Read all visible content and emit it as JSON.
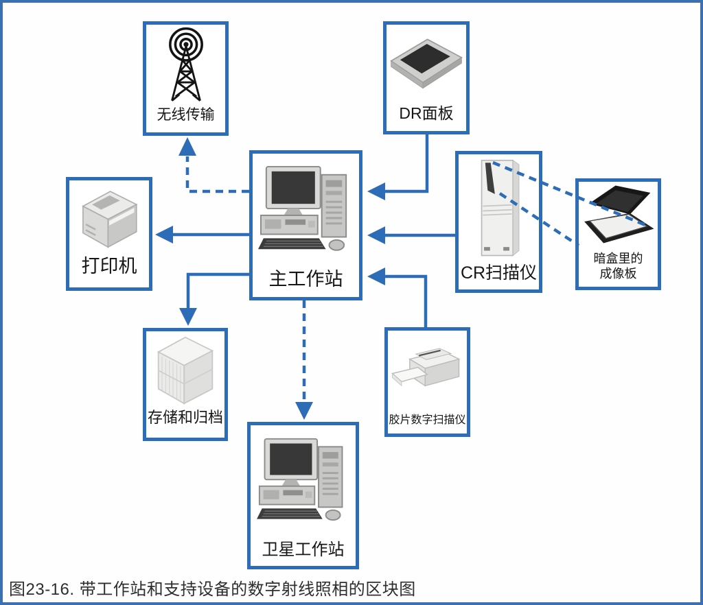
{
  "figure": {
    "caption": "图23-16. 带工作站和支持设备的数字射线照相的区块图"
  },
  "colors": {
    "accent_blue": "#2d6cb6",
    "frame_blue": "#3c70b0",
    "background": "#ffffff",
    "text": "#161616"
  },
  "nodes": {
    "wireless": {
      "label": "无线传输",
      "icon": "radio-tower-icon"
    },
    "dr_panel": {
      "label": "DR面板",
      "icon": "flat-panel-icon"
    },
    "printer": {
      "label": "打印机",
      "icon": "printer-icon"
    },
    "main_workstation": {
      "label": "主工作站",
      "icon": "computer-icon"
    },
    "cr_scanner": {
      "label": "CR扫描仪",
      "icon": "scanner-tower-icon"
    },
    "cassette_plate": {
      "label_line1": "暗盒里的",
      "label_line2": "成像板",
      "icon": "cassette-icon"
    },
    "storage": {
      "label": "存储和归档",
      "icon": "storage-cube-icon"
    },
    "film_digitizer": {
      "label": "胶片数字扫描仪",
      "icon": "film-digitizer-icon"
    },
    "satellite_workstation": {
      "label": "卫星工作站",
      "icon": "computer-icon"
    }
  },
  "connections": [
    {
      "from": "main_workstation",
      "to": "wireless",
      "style": "dashed",
      "arrow": "to"
    },
    {
      "from": "main_workstation",
      "to": "printer",
      "style": "solid",
      "arrow": "to"
    },
    {
      "from": "main_workstation",
      "to": "storage",
      "style": "solid",
      "arrow": "to"
    },
    {
      "from": "main_workstation",
      "to": "satellite_workstation",
      "style": "dashed",
      "arrow": "to"
    },
    {
      "from": "dr_panel",
      "to": "main_workstation",
      "style": "solid",
      "arrow": "to"
    },
    {
      "from": "cr_scanner",
      "to": "main_workstation",
      "style": "solid",
      "arrow": "to"
    },
    {
      "from": "film_digitizer",
      "to": "main_workstation",
      "style": "solid",
      "arrow": "to"
    },
    {
      "from": "cassette_plate",
      "to": "cr_scanner",
      "style": "dashed",
      "arrow": "none"
    }
  ]
}
